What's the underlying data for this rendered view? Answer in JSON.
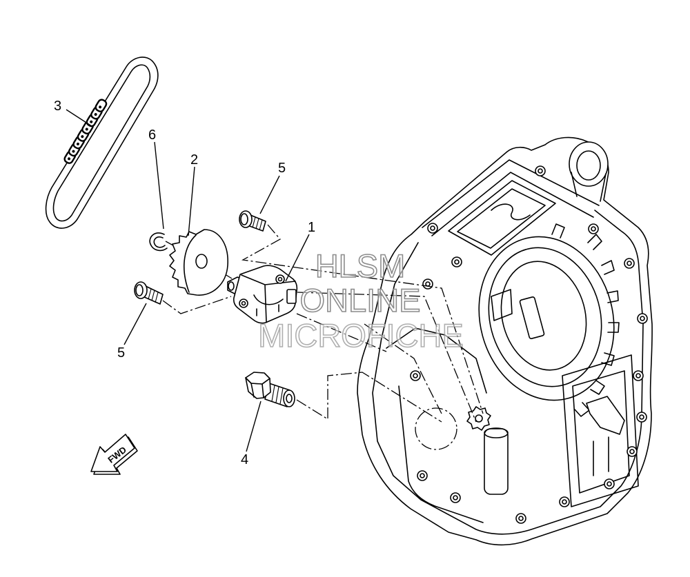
{
  "callouts": {
    "part_1": "1",
    "part_2": "2",
    "part_3": "3",
    "part_4": "4",
    "part_5_upper": "5",
    "part_5_lower": "5",
    "part_6": "6"
  },
  "fwd_label": "FWD",
  "watermark": {
    "line_1": "HLSM",
    "line_2": "ONLINE",
    "line_3": "MICROFICHE"
  },
  "colors": {
    "line": "#000000",
    "watermark": "#8c8c8c",
    "background": "#ffffff"
  }
}
